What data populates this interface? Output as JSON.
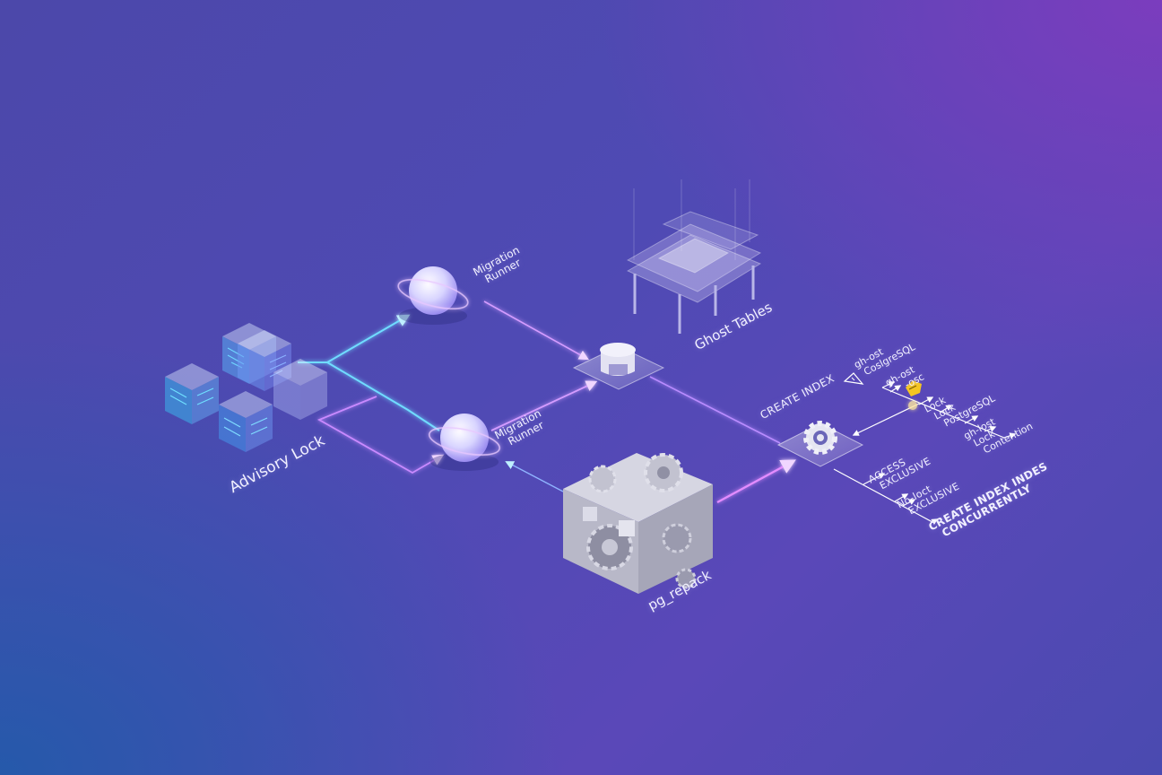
{
  "diagram": {
    "background": {
      "top_left": "#4a4aa8",
      "top_right": "#7a3eb8",
      "bottom_left": "#2a5aa8",
      "bottom_right": "#4a48b0"
    },
    "nodes": {
      "advisory_lock": {
        "label": "Advisory Lock",
        "icon": "glass-circuit-cubes-icon"
      },
      "migration_runner_top": {
        "label_line1": "Migration",
        "label_line2": "Runner",
        "icon": "sphere-ring-icon"
      },
      "migration_runner_bottom": {
        "label_line1": "Migration",
        "label_line2": "Runner",
        "icon": "sphere-ring-icon"
      },
      "database": {
        "icon": "database-cylinder-icon"
      },
      "ghost_tables": {
        "label": "Ghost Tables",
        "icon": "stacked-glass-tables-icon"
      },
      "pg_repack": {
        "label": "pg_repack",
        "icon": "gear-cube-icon"
      },
      "lock_hub": {
        "icon": "gear-icon"
      }
    },
    "annotations": {
      "create_index": "CREATE INDEX",
      "gh_ost_top": "gh-ost",
      "postgres_top": "CoslgreSQL",
      "gh_ost_2": "gh-ost",
      "osc": "-osc",
      "lock_1": "Lock",
      "lock_2": "Lock",
      "postgresql": "PostgreSQL",
      "gh_lost": "gh-lost",
      "lock_3": "Lock",
      "contention": "Contention",
      "access": "ACCESS",
      "exclusive_1": "EXCLUSIVE",
      "no_lock": "No-loct",
      "exclusive_2": "EXCLUSIVE",
      "create_index_indes": "CREATE INDEX INDES",
      "concurrently": "CONCURRENTLY"
    },
    "colors": {
      "cyan_flow": "#5fd8ff",
      "violet_flow": "#d58cff",
      "warning_badge": "#f5c623",
      "label": "#f1f0ff"
    }
  }
}
